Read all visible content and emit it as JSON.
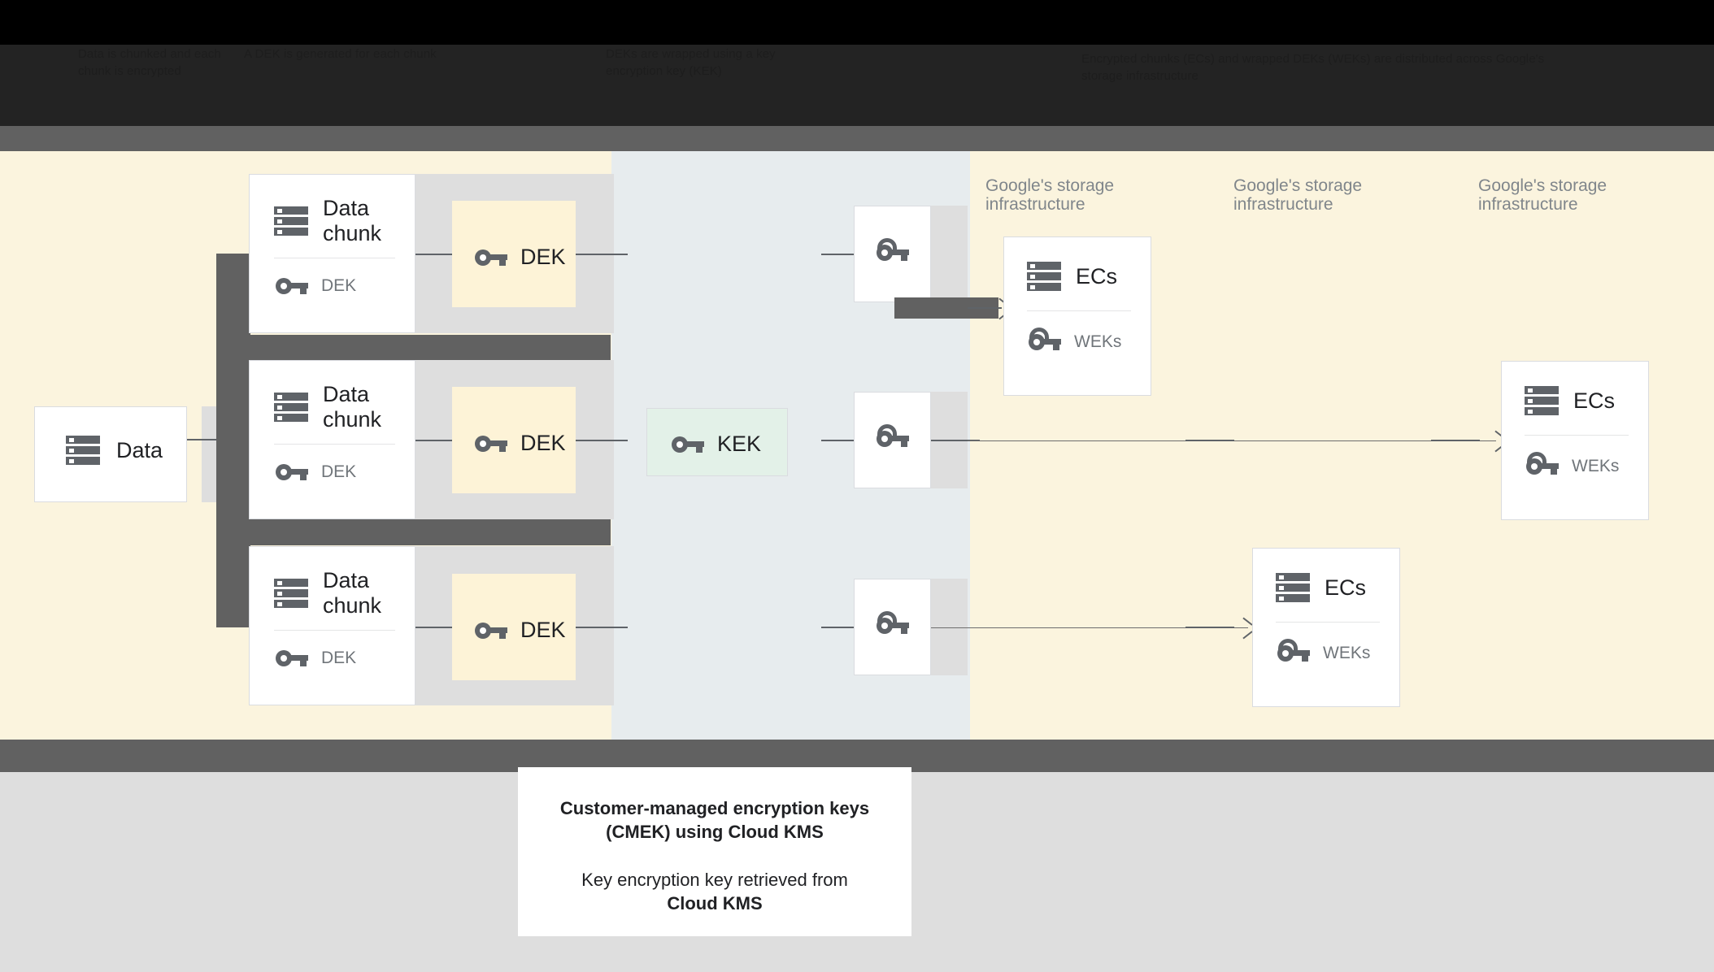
{
  "legend": {
    "col1": "Data is chunked and each chunk is encrypted",
    "col2": "A DEK is generated for each chunk",
    "col3": "DEKs are wrapped using a key encryption key (KEK)",
    "col4": "Encrypted chunks (ECs) and wrapped DEKs (WEKs) are distributed across Google's storage infrastructure"
  },
  "diagram": {
    "source": {
      "label": "Data",
      "icon": "server-stack-icon"
    },
    "chunks": [
      {
        "title": "Data chunk",
        "key_label": "DEK",
        "icon": "server-stack-icon",
        "key_icon": "key-icon"
      },
      {
        "title": "Data chunk",
        "key_label": "DEK",
        "icon": "server-stack-icon",
        "key_icon": "key-icon"
      },
      {
        "title": "Data chunk",
        "key_label": "DEK",
        "icon": "server-stack-icon",
        "key_icon": "key-icon"
      }
    ],
    "deks": [
      {
        "label": "DEK",
        "icon": "key-icon"
      },
      {
        "label": "DEK",
        "icon": "key-icon"
      },
      {
        "label": "DEK",
        "icon": "key-icon"
      }
    ],
    "kek": {
      "label": "KEK",
      "icon": "key-icon"
    },
    "weks": [
      {
        "icon": "wrapped-key-icon"
      },
      {
        "icon": "wrapped-key-icon"
      },
      {
        "icon": "wrapped-key-icon"
      }
    ],
    "storage_labels": [
      "Google's storage infrastructure",
      "Google's storage infrastructure",
      "Google's storage infrastructure"
    ],
    "ec_cards": [
      {
        "title": "ECs",
        "key_label": "WEKs",
        "icon": "server-stack-icon",
        "key_icon": "wrapped-key-icon"
      },
      {
        "title": "ECs",
        "key_label": "WEKs",
        "icon": "server-stack-icon",
        "key_icon": "wrapped-key-icon"
      },
      {
        "title": "ECs",
        "key_label": "WEKs",
        "icon": "server-stack-icon",
        "key_icon": "wrapped-key-icon"
      }
    ]
  },
  "caption": {
    "line1": "Customer-managed encryption keys",
    "line2": "(CMEK) using Cloud KMS",
    "line3": "Key encryption key retrieved from",
    "line4": "Cloud KMS"
  },
  "colors": {
    "cream": "#fbf4de",
    "blue_wash": "#e7ecee",
    "dek_fill": "#fdf3d7",
    "kek_fill": "#e3f1e8",
    "grey_bar": "#616161",
    "footer": "#dedede"
  }
}
